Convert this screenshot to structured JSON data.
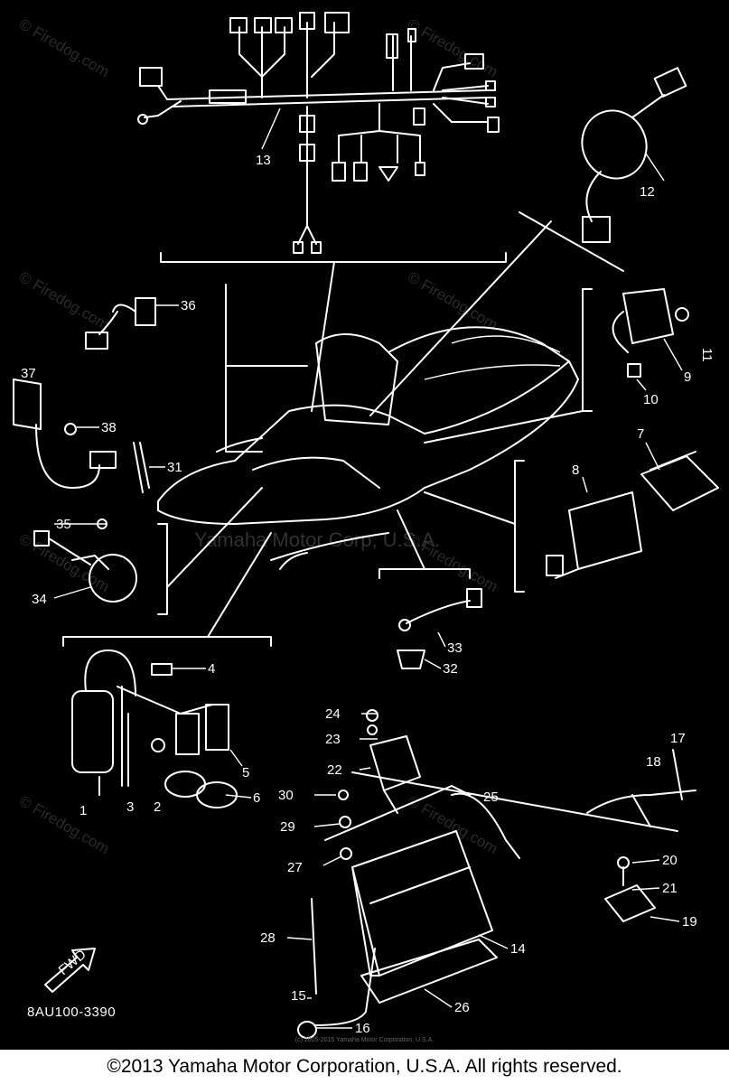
{
  "watermarks": {
    "site": "© Firedog.com",
    "center": "Yamaha Motor Corp, U.S.A."
  },
  "tiny_copyright": "(c) 2005-2015 Yamaha Motor Corporation, U.S.A.",
  "part_code": "8AU100-3390",
  "fwd_label": "FWD",
  "footer": "©2013 Yamaha Motor Corporation, U.S.A. All rights reserved.",
  "callouts": {
    "c1": "1",
    "c2": "2",
    "c3": "3",
    "c4": "4",
    "c5": "5",
    "c6": "6",
    "c7": "7",
    "c8": "8",
    "c9": "9",
    "c10": "10",
    "c11": "11",
    "c12": "12",
    "c13": "13",
    "c14": "14",
    "c15": "15",
    "c16": "16",
    "c17": "17",
    "c18": "18",
    "c19": "19",
    "c20": "20",
    "c21": "21",
    "c22": "22",
    "c23": "23",
    "c24": "24",
    "c25": "25",
    "c26": "26",
    "c27": "27",
    "c28": "28",
    "c29": "29",
    "c30": "30",
    "c31": "31",
    "c32": "32",
    "c33": "33",
    "c34": "34",
    "c35": "35",
    "c36": "36",
    "c37": "37",
    "c38": "38"
  }
}
